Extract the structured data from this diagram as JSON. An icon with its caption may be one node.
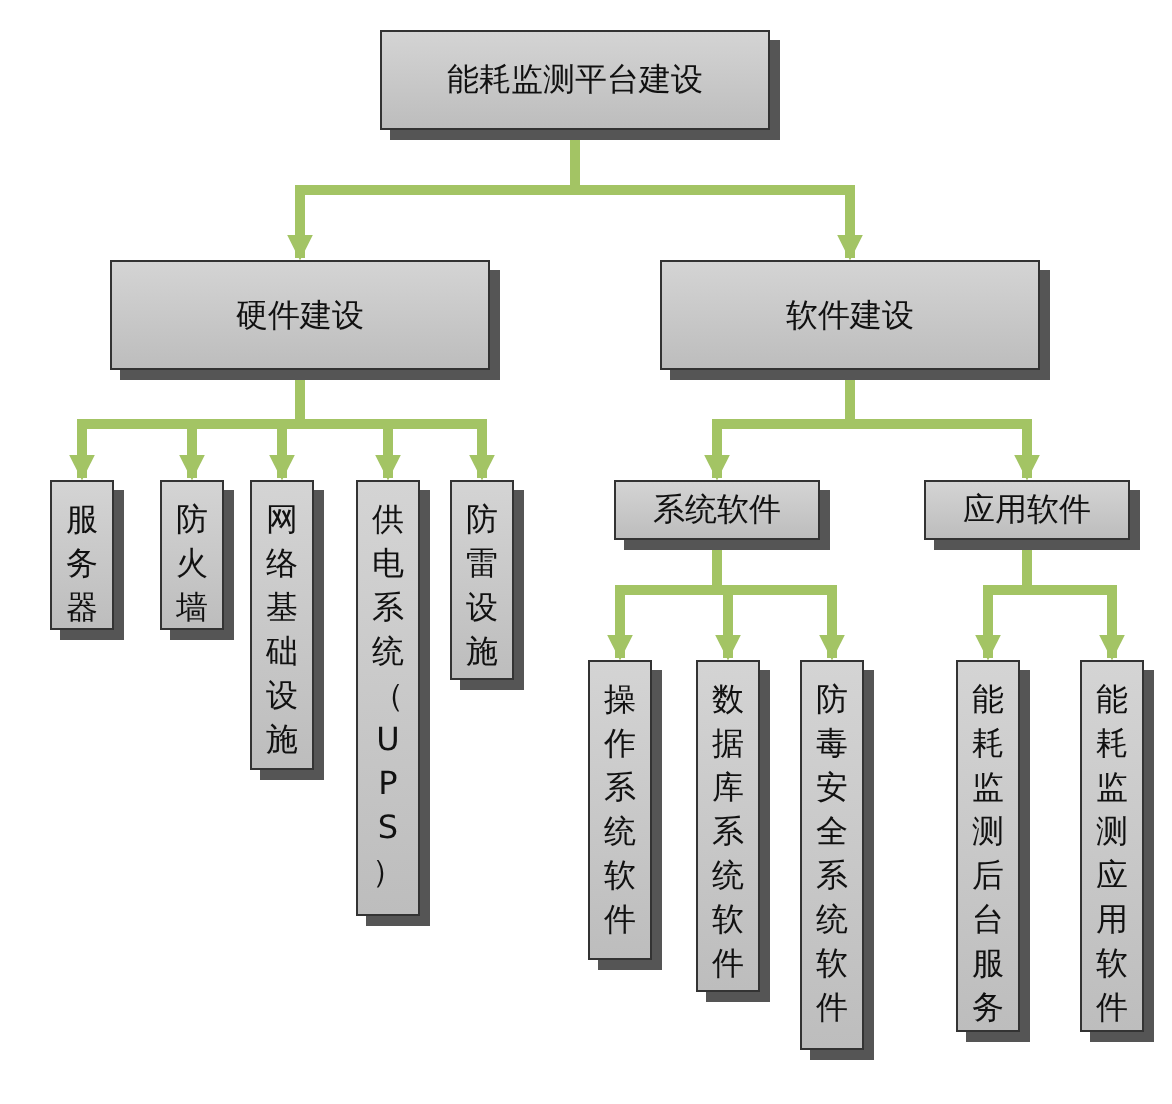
{
  "diagram": {
    "nodes": [
      {
        "text": [
          "能耗监测平台建设"
        ]
      },
      {
        "text": [
          "硬件建设"
        ]
      },
      {
        "text": [
          "软件建设"
        ]
      },
      {
        "text": [
          "服务器"
        ]
      },
      {
        "text": [
          "防火墙"
        ]
      },
      {
        "text": [
          "网络基础设施"
        ]
      },
      {
        "text": [
          "供电系统（UPS）"
        ]
      },
      {
        "text": [
          "防雷设施"
        ]
      },
      {
        "text": [
          "系统软件"
        ]
      },
      {
        "text": [
          "应用软件"
        ]
      },
      {
        "text": [
          "操作系统软件"
        ]
      },
      {
        "text": [
          "数据库系统软件"
        ]
      },
      {
        "text": [
          "防毒安全系统软件"
        ]
      },
      {
        "text": [
          "能耗监测后台服务"
        ]
      },
      {
        "text": [
          "能耗监测应用软件"
        ]
      }
    ],
    "edges": [
      {
        "from": 0,
        "to": 1,
        "arrow": "to"
      },
      {
        "from": 0,
        "to": 2,
        "arrow": "to"
      },
      {
        "from": 1,
        "to": 3,
        "arrow": "to"
      },
      {
        "from": 1,
        "to": 4,
        "arrow": "to"
      },
      {
        "from": 1,
        "to": 5,
        "arrow": "to"
      },
      {
        "from": 1,
        "to": 6,
        "arrow": "to"
      },
      {
        "from": 1,
        "to": 7,
        "arrow": "to"
      },
      {
        "from": 2,
        "to": 8,
        "arrow": "to"
      },
      {
        "from": 2,
        "to": 9,
        "arrow": "to"
      },
      {
        "from": 8,
        "to": 10,
        "arrow": "to"
      },
      {
        "from": 8,
        "to": 11,
        "arrow": "to"
      },
      {
        "from": 8,
        "to": 12,
        "arrow": "to"
      },
      {
        "from": 9,
        "to": 13,
        "arrow": "to"
      },
      {
        "from": 9,
        "to": 14,
        "arrow": "to"
      }
    ]
  }
}
